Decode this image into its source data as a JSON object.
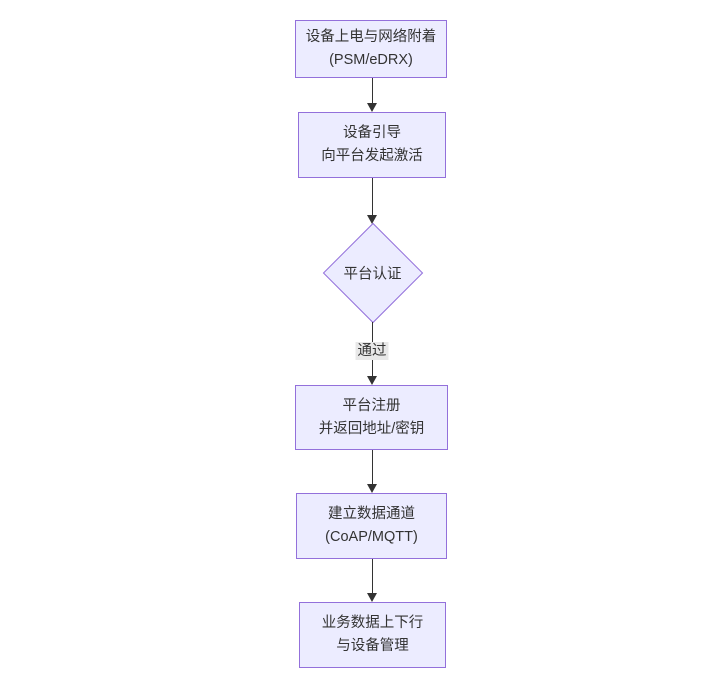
{
  "diagram": {
    "type": "flowchart",
    "direction": "top-down",
    "nodes": [
      {
        "id": "A",
        "shape": "rect",
        "lines": [
          "设备上电与网络附着",
          "(PSM/eDRX)"
        ]
      },
      {
        "id": "B",
        "shape": "rect",
        "lines": [
          "设备引导",
          "向平台发起激活"
        ]
      },
      {
        "id": "C",
        "shape": "diamond",
        "lines": [
          "平台认证"
        ]
      },
      {
        "id": "D",
        "shape": "rect",
        "lines": [
          "平台注册",
          "并返回地址/密钥"
        ]
      },
      {
        "id": "E",
        "shape": "rect",
        "lines": [
          "建立数据通道",
          "(CoAP/MQTT)"
        ]
      },
      {
        "id": "F",
        "shape": "rect",
        "lines": [
          "业务数据上下行",
          "与设备管理"
        ]
      }
    ],
    "edges": [
      {
        "from": "A",
        "to": "B",
        "label": ""
      },
      {
        "from": "B",
        "to": "C",
        "label": ""
      },
      {
        "from": "C",
        "to": "D",
        "label": "通过"
      },
      {
        "from": "D",
        "to": "E",
        "label": ""
      },
      {
        "from": "E",
        "to": "F",
        "label": ""
      }
    ]
  },
  "theme": {
    "background": "#ffffff",
    "node_fill": "#ECECFF",
    "node_border": "#9370DB",
    "text_color": "#333333",
    "edge_color": "#333333",
    "edge_label_bg": "#e8e8e8"
  }
}
